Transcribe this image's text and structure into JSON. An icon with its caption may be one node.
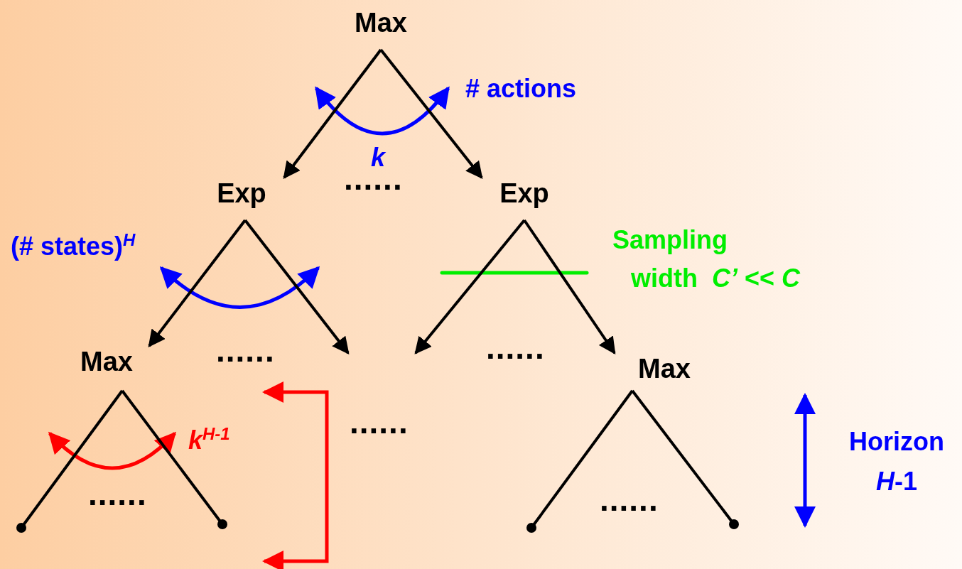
{
  "diagram": {
    "nodes": [
      {
        "text": [
          "Max"
        ]
      },
      {
        "text": [
          "Exp"
        ]
      },
      {
        "text": [
          "Exp"
        ]
      },
      {
        "text": [
          "Max"
        ]
      },
      {
        "text": [
          "Max"
        ]
      }
    ],
    "edges": [
      {
        "from": 0,
        "to": 1,
        "arrow": "to"
      },
      {
        "from": 0,
        "to": 2,
        "arrow": "to"
      },
      {
        "from": 1,
        "to": 3,
        "arrow": "to"
      },
      {
        "from": 1,
        "to": null,
        "arrow": "to"
      },
      {
        "from": 2,
        "to": null,
        "arrow": "to"
      },
      {
        "from": 2,
        "to": 4,
        "arrow": "to"
      },
      {
        "from": 3,
        "to": null,
        "arrow": "other"
      },
      {
        "from": 3,
        "to": null,
        "arrow": "other"
      },
      {
        "from": 4,
        "to": null,
        "arrow": "other"
      },
      {
        "from": 4,
        "to": null,
        "arrow": "other"
      }
    ],
    "labels": [
      "# actions",
      "k",
      "......",
      "(# states)$^{H}$",
      "Sampling",
      "width  *C’* << *C*",
      "......",
      "......",
      "k$^{H-1}$",
      "......",
      "Horizon *H*-1",
      "......",
      "......"
    ]
  }
}
